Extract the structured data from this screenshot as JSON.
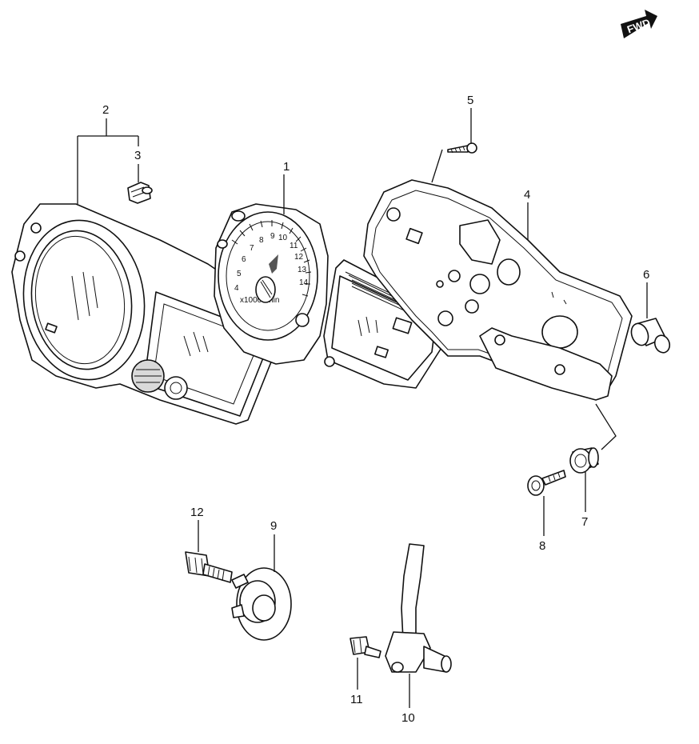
{
  "fwd_label": "FWD",
  "callouts": {
    "c1": "1",
    "c2": "2",
    "c3": "3",
    "c4": "4",
    "c5": "5",
    "c6": "6",
    "c7": "7",
    "c8": "8",
    "c9": "9",
    "c10": "10",
    "c11": "11",
    "c12": "12"
  },
  "tach": {
    "ticks": [
      "4",
      "5",
      "6",
      "7",
      "8",
      "9",
      "10",
      "11",
      "12",
      "13",
      "14"
    ],
    "multiplier": "x1000r/min"
  }
}
